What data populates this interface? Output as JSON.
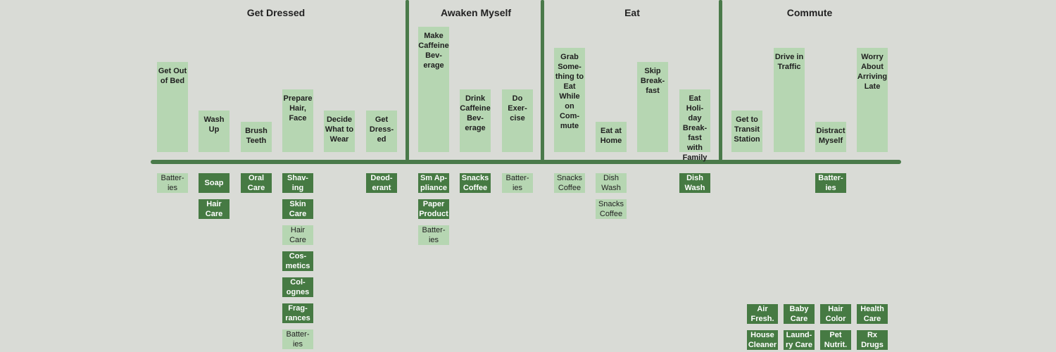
{
  "phases": [
    {
      "label": "Get Dressed"
    },
    {
      "label": "Awaken Myself"
    },
    {
      "label": "Eat"
    },
    {
      "label": "Commute"
    }
  ],
  "activities": [
    {
      "label": "Get Out\nof Bed",
      "height_level": 4,
      "categories": [
        {
          "label": "Batter-\nies",
          "style": "light"
        }
      ]
    },
    {
      "label": "Wash\nUp",
      "height_level": 2,
      "categories": [
        {
          "label": "Soap",
          "style": "dark"
        },
        {
          "label": "Hair\nCare",
          "style": "dark"
        }
      ]
    },
    {
      "label": "Brush\nTeeth",
      "height_level": 1,
      "categories": [
        {
          "label": "Oral\nCare",
          "style": "dark"
        }
      ]
    },
    {
      "label": "Prepare\nHair,\nFace",
      "height_level": 3,
      "categories": [
        {
          "label": "Shav-\ning",
          "style": "dark"
        },
        {
          "label": "Skin\nCare",
          "style": "dark"
        },
        {
          "label": "Hair\nCare",
          "style": "light"
        },
        {
          "label": "Cos-\nmetics",
          "style": "dark"
        },
        {
          "label": "Col-\nognes",
          "style": "dark"
        },
        {
          "label": "Frag-\nrances",
          "style": "dark"
        },
        {
          "label": "Batter-\nies",
          "style": "light"
        }
      ]
    },
    {
      "label": "Decide\nWhat to\nWear",
      "height_level": 2,
      "categories": []
    },
    {
      "label": "Get\nDress-\ned",
      "height_level": 2,
      "categories": [
        {
          "label": "Deod-\nerant",
          "style": "dark"
        }
      ]
    },
    {
      "label": "Make\nCaffeine\nBev-\nerage",
      "height_level": 6,
      "categories": [
        {
          "label": "Sm Ap-\npliance",
          "style": "dark"
        },
        {
          "label": "Paper\nProduct",
          "style": "dark"
        },
        {
          "label": "Batter-\nies",
          "style": "light"
        }
      ]
    },
    {
      "label": "Drink\nCaffeine\nBev-\nerage",
      "height_level": 3,
      "categories": [
        {
          "label": "Snacks\nCoffee",
          "style": "dark"
        }
      ]
    },
    {
      "label": "Do\nExer-\ncise",
      "height_level": 3,
      "categories": [
        {
          "label": "Batter-\nies",
          "style": "light"
        }
      ]
    },
    {
      "label": "Grab\nSome-\nthing to\nEat\nWhile\non\nCom-\nmute",
      "height_level": 5,
      "categories": [
        {
          "label": "Snacks\nCoffee",
          "style": "light"
        }
      ]
    },
    {
      "label": "Eat at\nHome",
      "height_level": 1,
      "categories": [
        {
          "label": "Dish\nWash",
          "style": "light"
        },
        {
          "label": "Snacks\nCoffee",
          "style": "light"
        }
      ]
    },
    {
      "label": "Skip\nBreak-\nfast",
      "height_level": 4,
      "categories": []
    },
    {
      "label": "Eat\nHoli-\nday\nBreak-\nfast\nwith\nFamily",
      "height_level": 3,
      "categories": [
        {
          "label": "Dish\nWash",
          "style": "dark"
        }
      ]
    },
    {
      "label": "Get to\nTransit\nStation",
      "height_level": 2,
      "categories": []
    },
    {
      "label": "Drive in\nTraffic",
      "height_level": 5,
      "categories": []
    },
    {
      "label": "Distract\nMyself",
      "height_level": 1,
      "categories": [
        {
          "label": "Batter-\nies",
          "style": "dark"
        }
      ]
    },
    {
      "label": "Worry\nAbout\nArriving\nLate",
      "height_level": 5,
      "categories": []
    }
  ],
  "extra_categories": [
    {
      "label": "Air\nFresh.",
      "style": "dark"
    },
    {
      "label": "Baby\nCare",
      "style": "dark"
    },
    {
      "label": "Hair\nColor",
      "style": "dark"
    },
    {
      "label": "Health\nCare",
      "style": "dark"
    },
    {
      "label": "House\nCleaner",
      "style": "dark"
    },
    {
      "label": "Laund-\nry Care",
      "style": "dark"
    },
    {
      "label": "Pet\nNutrit.",
      "style": "dark"
    },
    {
      "label": "Rx\nDrugs",
      "style": "dark"
    }
  ],
  "colors": {
    "dark_green": "#467a43",
    "light_green": "#b6d6b2",
    "axis": "#4a7a4a",
    "background": "#d9dbd6"
  }
}
